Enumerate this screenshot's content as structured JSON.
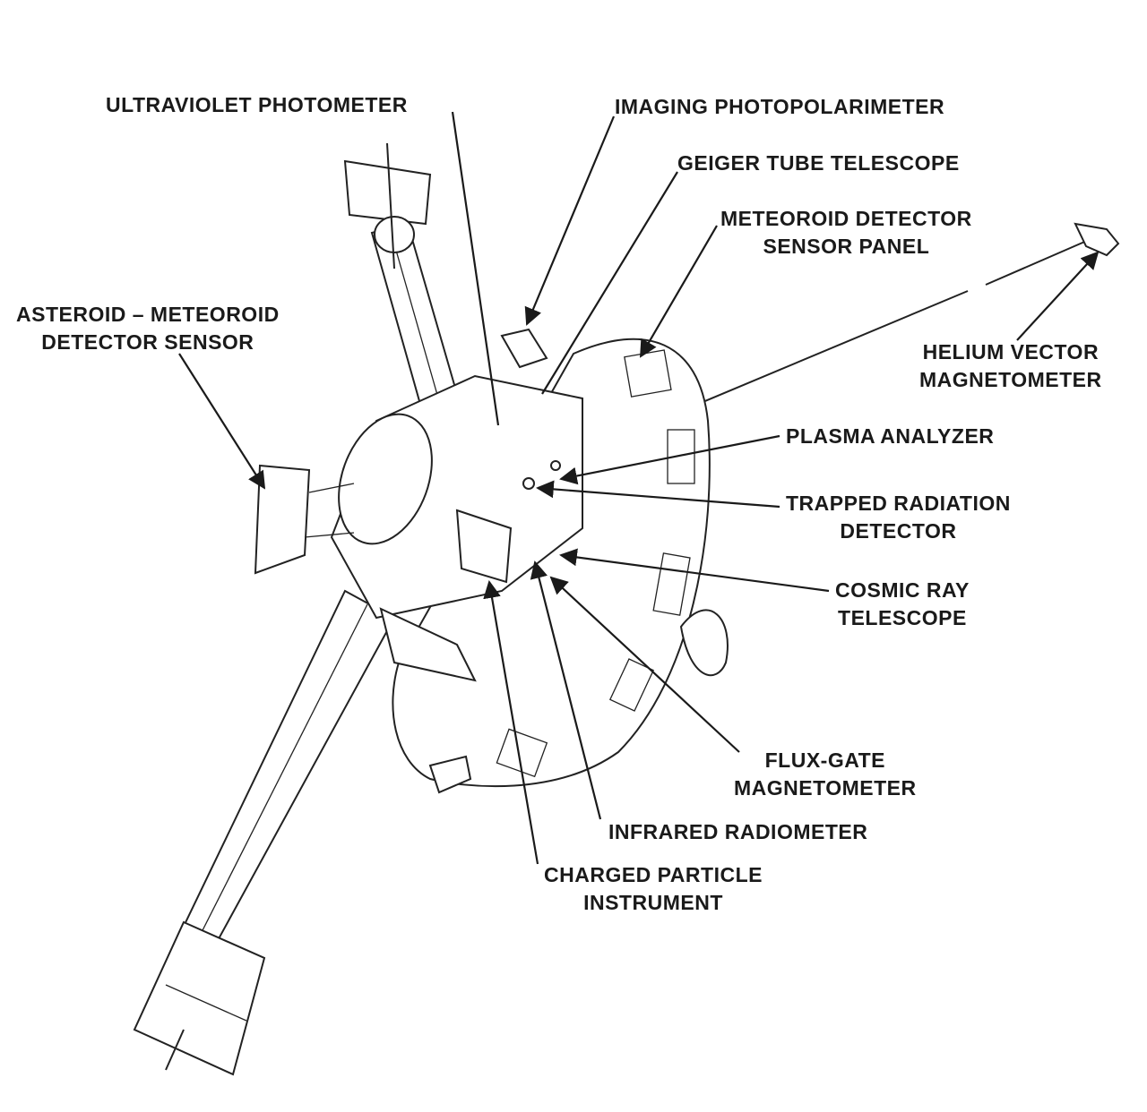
{
  "diagram": {
    "labels": {
      "ultraviolet_photometer": [
        "ULTRAVIOLET PHOTOMETER"
      ],
      "imaging_photopolarimeter": [
        "IMAGING  PHOTOPOLARIMETER"
      ],
      "geiger_tube_telescope": [
        "GEIGER  TUBE  TELESCOPE"
      ],
      "meteoroid_detector": [
        "METEOROID  DETECTOR",
        "SENSOR  PANEL"
      ],
      "asteroid_meteoroid": [
        "ASTEROID  –  METEOROID",
        "DETECTOR  SENSOR"
      ],
      "helium_vector": [
        "HELIUM  VECTOR",
        "MAGNETOMETER"
      ],
      "plasma_analyzer": [
        "PLASMA  ANALYZER"
      ],
      "trapped_radiation": [
        "TRAPPED  RADIATION",
        "DETECTOR"
      ],
      "cosmic_ray": [
        "COSMIC  RAY",
        "TELESCOPE"
      ],
      "flux_gate": [
        "FLUX-GATE",
        "MAGNETOMETER"
      ],
      "infrared_radiometer": [
        "INFRARED  RADIOMETER"
      ],
      "charged_particle": [
        "CHARGED  PARTICLE",
        "INSTRUMENT"
      ]
    },
    "colors": {
      "ink": "#1a1a1a",
      "paper": "#ffffff"
    }
  }
}
